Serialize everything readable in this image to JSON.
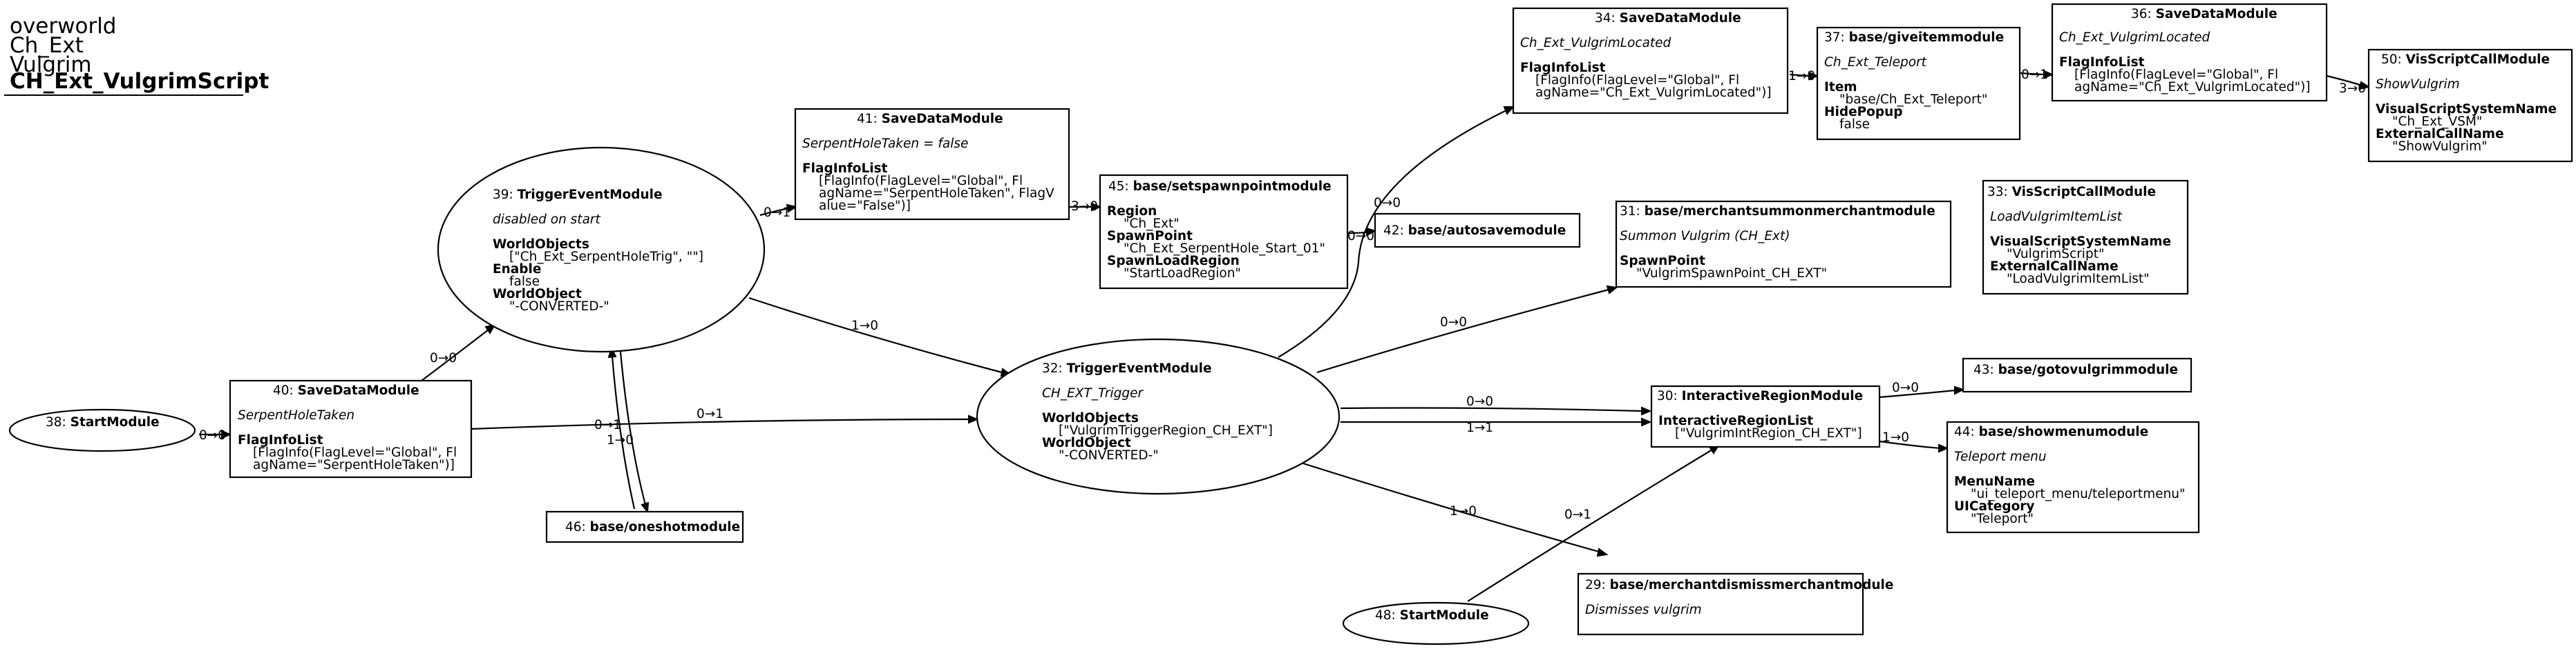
{
  "graph": {
    "title_lines": [
      "overworld",
      "Ch_Ext",
      "Vulgrim"
    ],
    "title_bold": "CH_Ext_VulgrimScript"
  },
  "nodes": {
    "n38": {
      "id": "38: ",
      "type": "StartModule"
    },
    "n48": {
      "id": "48: ",
      "type": "StartModule"
    },
    "n40": {
      "id": "40: ",
      "type": "SaveDataModule",
      "comment": "SerpentHoleTaken",
      "props": [
        {
          "key": "FlagInfoList",
          "lines": [
            "[FlagInfo(FlagLevel=\"Global\", Fl",
            "agName=\"SerpentHoleTaken\")]"
          ]
        }
      ]
    },
    "n39": {
      "id": "39: ",
      "type": "TriggerEventModule",
      "comment": "disabled on start",
      "props": [
        {
          "key": "WorldObjects",
          "lines": [
            "[\"Ch_Ext_SerpentHoleTrig\", \"\"]"
          ]
        },
        {
          "key": "Enable",
          "lines": [
            "false"
          ]
        },
        {
          "key": "WorldObject",
          "lines": [
            "\"-CONVERTED-\""
          ]
        }
      ]
    },
    "n46": {
      "id": "46: ",
      "type": "base/oneshotmodule"
    },
    "n41": {
      "id": "41: ",
      "type": "SaveDataModule",
      "comment": "SerpentHoleTaken = false",
      "props": [
        {
          "key": "FlagInfoList",
          "lines": [
            "[FlagInfo(FlagLevel=\"Global\", Fl",
            "agName=\"SerpentHoleTaken\", FlagV",
            "alue=\"False\")]"
          ]
        }
      ]
    },
    "n45": {
      "id": "45: ",
      "type": "base/setspawnpointmodule",
      "props": [
        {
          "key": "Region",
          "lines": [
            "\"Ch_Ext\""
          ]
        },
        {
          "key": "SpawnPoint",
          "lines": [
            "\"Ch_Ext_SerpentHole_Start_01\""
          ]
        },
        {
          "key": "SpawnLoadRegion",
          "lines": [
            "\"StartLoadRegion\""
          ]
        }
      ]
    },
    "n42": {
      "id": "42: ",
      "type": "base/autosavemodule"
    },
    "n32": {
      "id": "32: ",
      "type": "TriggerEventModule",
      "comment": "CH_EXT_Trigger",
      "props": [
        {
          "key": "WorldObjects",
          "lines": [
            "[\"VulgrimTriggerRegion_CH_EXT\"]"
          ]
        },
        {
          "key": "WorldObject",
          "lines": [
            "\"-CONVERTED-\""
          ]
        }
      ]
    },
    "n34": {
      "id": "34: ",
      "type": "SaveDataModule",
      "comment": "Ch_Ext_VulgrimLocated",
      "props": [
        {
          "key": "FlagInfoList",
          "lines": [
            "[FlagInfo(FlagLevel=\"Global\", Fl",
            "agName=\"Ch_Ext_VulgrimLocated\")]"
          ]
        }
      ]
    },
    "n37": {
      "id": "37: ",
      "type": "base/giveitemmodule",
      "comment": "Ch_Ext_Teleport",
      "props": [
        {
          "key": "Item",
          "lines": [
            "\"base/Ch_Ext_Teleport\""
          ]
        },
        {
          "key": "HidePopup",
          "lines": [
            "false"
          ]
        }
      ]
    },
    "n36": {
      "id": "36: ",
      "type": "SaveDataModule",
      "comment": "Ch_Ext_VulgrimLocated",
      "props": [
        {
          "key": "FlagInfoList",
          "lines": [
            "[FlagInfo(FlagLevel=\"Global\", Fl",
            "agName=\"Ch_Ext_VulgrimLocated\")]"
          ]
        }
      ]
    },
    "n50": {
      "id": "50: ",
      "type": "VisScriptCallModule",
      "comment": "ShowVulgrim",
      "props": [
        {
          "key": "VisualScriptSystemName",
          "lines": [
            "\"Ch_Ext_VSM\""
          ]
        },
        {
          "key": "ExternalCallName",
          "lines": [
            "\"ShowVulgrim\""
          ]
        }
      ]
    },
    "n31": {
      "id": "31: ",
      "type": "base/merchantsummonmerchantmodule",
      "comment": "Summon Vulgrim (CH_Ext)",
      "props": [
        {
          "key": "SpawnPoint",
          "lines": [
            "\"VulgrimSpawnPoint_CH_EXT\""
          ]
        }
      ]
    },
    "n33": {
      "id": "33: ",
      "type": "VisScriptCallModule",
      "comment": "LoadVulgrimItemList",
      "props": [
        {
          "key": "VisualScriptSystemName",
          "lines": [
            "\"VulgrimScript\""
          ]
        },
        {
          "key": "ExternalCallName",
          "lines": [
            "\"LoadVulgrimItemList\""
          ]
        }
      ]
    },
    "n30": {
      "id": "30: ",
      "type": "InteractiveRegionModule",
      "props": [
        {
          "key": "InteractiveRegionList",
          "lines": [
            "[\"VulgrimIntRegion_CH_EXT\"]"
          ]
        }
      ]
    },
    "n43": {
      "id": "43: ",
      "type": "base/gotovulgrimmodule"
    },
    "n44": {
      "id": "44: ",
      "type": "base/showmenumodule",
      "comment": "Teleport menu",
      "props": [
        {
          "key": "MenuName",
          "lines": [
            "\"ui_teleport_menu/teleportmenu\""
          ]
        },
        {
          "key": "UICategory",
          "lines": [
            "\"Teleport\""
          ]
        }
      ]
    },
    "n29": {
      "id": "29: ",
      "type": "base/merchantdismissmerchantmodule",
      "comment": "Dismisses vulgrim"
    }
  },
  "edges": [
    {
      "from": "38",
      "to": "40",
      "label": "0→0"
    },
    {
      "from": "40",
      "to": "39",
      "label": "0→0"
    },
    {
      "from": "40",
      "to": "32",
      "label": "0→1"
    },
    {
      "from": "39",
      "to": "41",
      "label": "0→1"
    },
    {
      "from": "39",
      "to": "46",
      "label": "0→1"
    },
    {
      "from": "46",
      "to": "39",
      "label": "1→0"
    },
    {
      "from": "39",
      "to": "32",
      "label": "1→0"
    },
    {
      "from": "41",
      "to": "45",
      "label": "3→0"
    },
    {
      "from": "45",
      "to": "42",
      "label": "0→0"
    },
    {
      "from": "32",
      "to": "34",
      "label": "0→0"
    },
    {
      "from": "34",
      "to": "37",
      "label": "1→0"
    },
    {
      "from": "37",
      "to": "36",
      "label": "0→1"
    },
    {
      "from": "36",
      "to": "50",
      "label": "3→0"
    },
    {
      "from": "32",
      "to": "31",
      "label": "0→0"
    },
    {
      "from": "32",
      "to": "30",
      "label": "0→0"
    },
    {
      "from": "32",
      "to": "30",
      "label": "1→1"
    },
    {
      "from": "32",
      "to": "29",
      "label": "1→0"
    },
    {
      "from": "48",
      "to": "30",
      "label": "0→1"
    },
    {
      "from": "30",
      "to": "43",
      "label": "0→0"
    },
    {
      "from": "30",
      "to": "44",
      "label": "1→0"
    }
  ]
}
